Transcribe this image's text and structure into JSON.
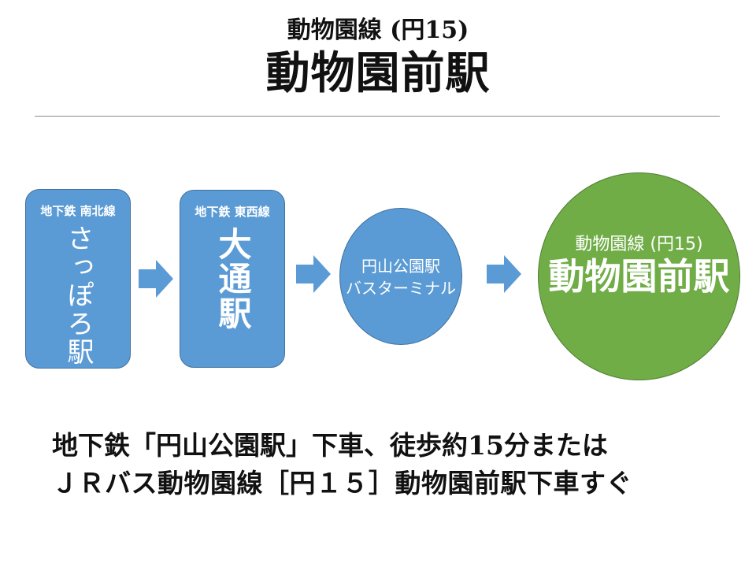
{
  "header": {
    "subtitle": "動物園線 (円15)",
    "title": "動物園前駅"
  },
  "flow": {
    "step1": {
      "line": "地下鉄 南北線",
      "station": "さっぽろ駅"
    },
    "step2": {
      "line": "地下鉄 東西線",
      "station": "大通駅"
    },
    "step3": {
      "name": "円山公園駅",
      "sub": "バスターミナル"
    },
    "step4": {
      "line": "動物園線 (円15)",
      "station": "動物園前駅"
    },
    "arrow_icon": "right-arrow-icon"
  },
  "directions": {
    "line1": "地下鉄「円山公園駅」下車、徒歩約15分または",
    "line2": "ＪＲバス動物園線［円１５］動物園前駅下車すぐ"
  },
  "colors": {
    "blue_fill": "#5b9bd5",
    "blue_border": "#41719c",
    "green_fill": "#70ad47",
    "green_border": "#507e32"
  }
}
